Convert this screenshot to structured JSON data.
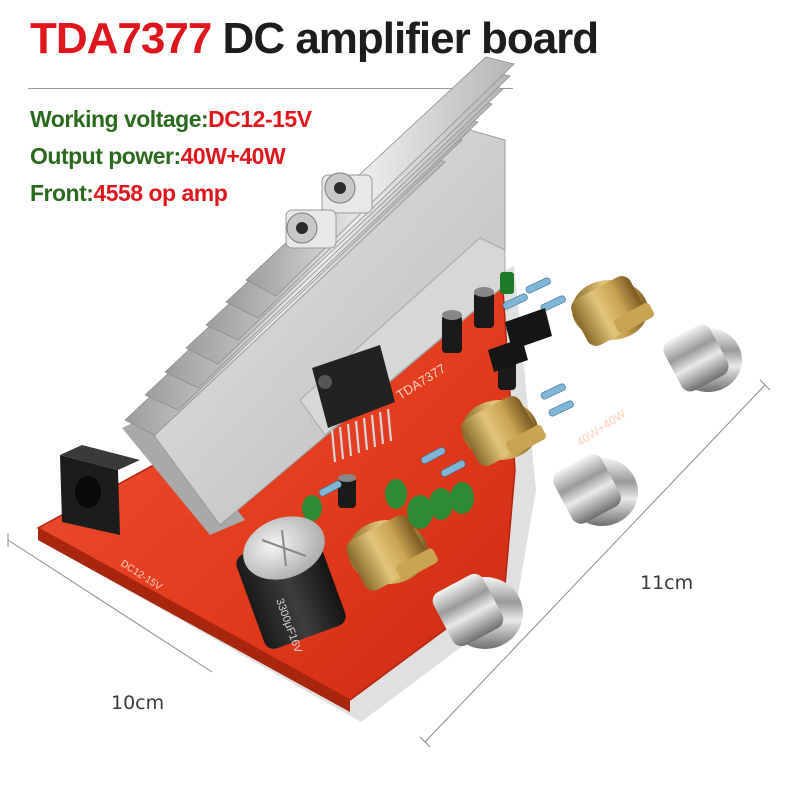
{
  "title": {
    "model": "TDA7377",
    "rest": "DC amplifier board"
  },
  "specs": [
    {
      "label": "Working voltage:",
      "value": "DC12-15V"
    },
    {
      "label": "Output power:",
      "value": "40W+40W"
    },
    {
      "label": "Front:",
      "value": "4558 op amp"
    }
  ],
  "dimensions": {
    "width": "10cm",
    "height": "11cm"
  },
  "board_text": {
    "chip": "TDA7377",
    "power_label": "40W+40W",
    "input_label": "DC12-15V",
    "cap_label": "3300μF16V"
  },
  "colors": {
    "accent_red": "#e0161e",
    "label_green": "#2b6a1e",
    "pcb_red": "#e23a1c",
    "heatsink": "#cfcfcf"
  }
}
